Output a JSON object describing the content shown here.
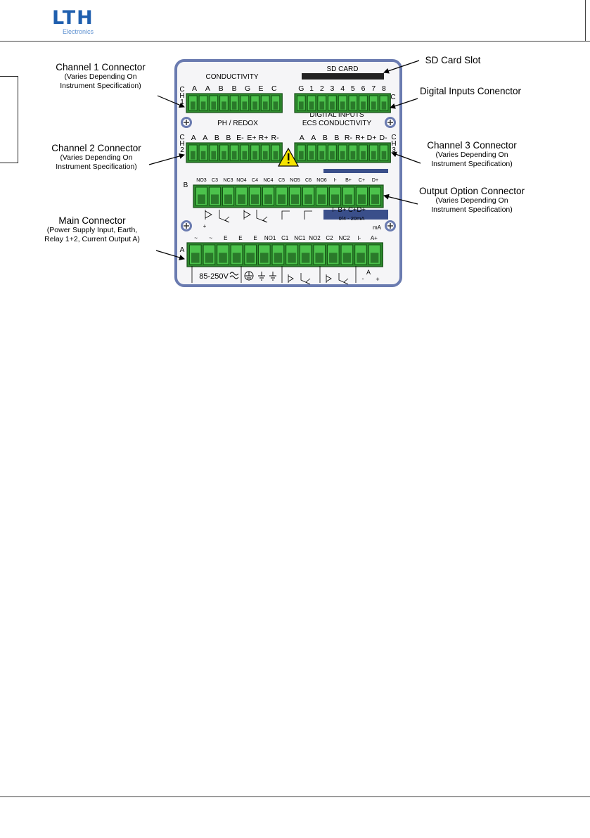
{
  "header": {
    "logo_main": "LTH",
    "logo_sub": "Electronics"
  },
  "callouts": {
    "channel1": {
      "title": "Channel 1 Connector",
      "sub1": "(Varies Depending On",
      "sub2": "Instrument Specification)"
    },
    "channel2": {
      "title": "Channel 2 Connector",
      "sub1": "(Varies Depending On",
      "sub2": "Instrument Specification)"
    },
    "main": {
      "title": "Main Connector",
      "sub1": "(Power Supply Input, Earth,",
      "sub2": "Relay 1+2, Current Output A)"
    },
    "sd_card": {
      "title": "SD Card Slot"
    },
    "digital_inputs": {
      "title": "Digital Inputs Conenctor"
    },
    "channel3": {
      "title": "Channel 3 Connector",
      "sub1": "(Varies Depending On",
      "sub2": "Instrument Specification)"
    },
    "output_option": {
      "title": "Output Option Connector",
      "sub1": "(Varies Depending On",
      "sub2": "Instrument Specification)"
    }
  },
  "panel": {
    "conductivity_label": "CONDUCTIVITY",
    "sd_card_label": "SD CARD",
    "ph_redox_label": "PH / REDOX",
    "ecs_conductivity_label": "ECS CONDUCTIVITY",
    "digital_inputs_label": "DIGITAL INPUTS",
    "ch1_side": [
      "C",
      "H",
      "1"
    ],
    "ch2_side": [
      "C",
      "H",
      "2"
    ],
    "ch3_side": [
      "C",
      "H",
      "3"
    ],
    "c_side": "C",
    "b_side": "B",
    "a_side": "A",
    "ch1_pins": [
      "A",
      "A",
      "B",
      "B",
      "G",
      "E",
      "C"
    ],
    "digital_pins": [
      "G",
      "1",
      "2",
      "3",
      "4",
      "5",
      "6",
      "7",
      "8"
    ],
    "ch2_pins": [
      "A",
      "A",
      "B",
      "B",
      "E-",
      "E+",
      "R+",
      "R-"
    ],
    "ch3_pins": [
      "A",
      "A",
      "B",
      "B",
      "R-",
      "R+",
      "D+",
      "D-"
    ],
    "b_pins": [
      "NO3",
      "C3",
      "NC3",
      "NO4",
      "C4",
      "NC4",
      "C5",
      "NO5",
      "C6",
      "NO6",
      "I-",
      "B+",
      "C+",
      "D+"
    ],
    "b_below": "I- B+ C+D+",
    "b_range": "0/4 - 20mA",
    "b_ma": "mA",
    "a_pins": [
      "~",
      "~",
      "E",
      "E",
      "E",
      "NO1",
      "C1",
      "NC1",
      "NO2",
      "C2",
      "NC2",
      "I-",
      "A+"
    ],
    "a_voltage": "85-250V",
    "a_out_label": "A",
    "a_minus": "-",
    "a_plus": "+",
    "plus_mark": "+"
  }
}
